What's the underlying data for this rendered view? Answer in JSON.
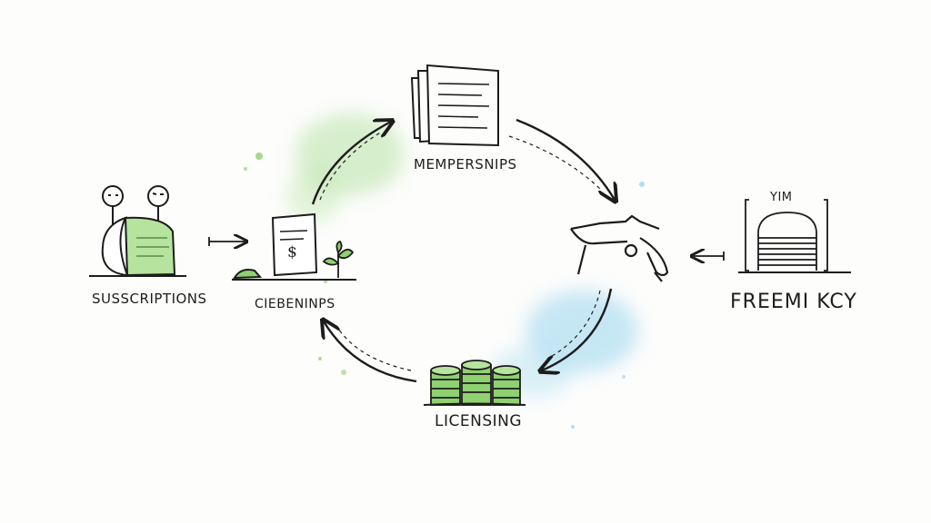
{
  "labels": {
    "memberships": "MEMPERSNIPS",
    "subscriptions": "SUSSCRIPTIONS",
    "ciebeninps": "CIEBENINPS",
    "licensing": "LICENSING",
    "freemium": "FREEMI KCY",
    "yim": "YIM"
  },
  "glyphs": {
    "dollar": "$"
  },
  "colors": {
    "ink": "#1c1c1c",
    "green_wash": "#9fd68a",
    "blue_wash": "#8fd0ec",
    "green_fill": "#8fd070"
  },
  "icons": [
    "document-stack-icon",
    "dollar-document-icon",
    "sprout-icon",
    "people-with-book-icon",
    "coin-stack-icon",
    "robot-hand-icon",
    "stacked-discs-icon"
  ]
}
